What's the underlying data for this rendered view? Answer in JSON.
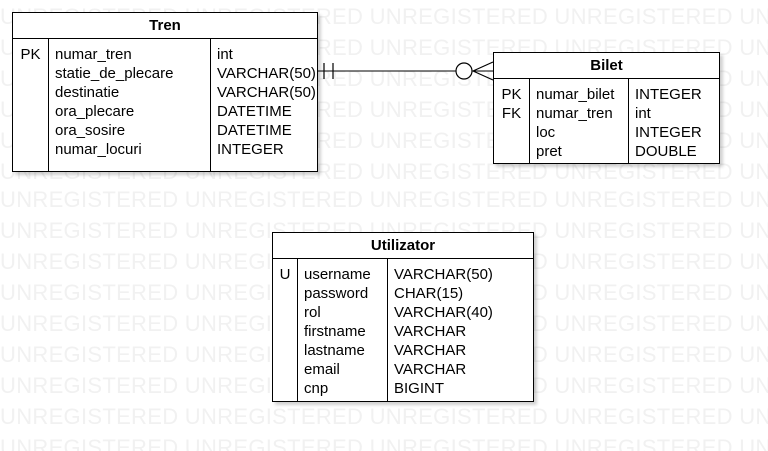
{
  "watermark": {
    "text": "UNREGISTERED UNREGISTERED UNREGISTERED UNREGISTERED UNREGISTERED"
  },
  "entities": {
    "tren": {
      "title": "Tren",
      "keys": [
        "PK",
        "",
        "",
        "",
        "",
        ""
      ],
      "names": [
        "numar_tren",
        "statie_de_plecare",
        "destinatie",
        "ora_plecare",
        "ora_sosire",
        "numar_locuri"
      ],
      "types": [
        "int",
        "VARCHAR(50)",
        "VARCHAR(50)",
        "DATETIME",
        "DATETIME",
        "INTEGER"
      ]
    },
    "bilet": {
      "title": "Bilet",
      "keys": [
        "PK",
        "FK",
        "",
        ""
      ],
      "names": [
        "numar_bilet",
        "numar_tren",
        "loc",
        "pret"
      ],
      "types": [
        "INTEGER",
        "int",
        "INTEGER",
        "DOUBLE"
      ]
    },
    "utilizator": {
      "title": "Utilizator",
      "keys": [
        "U",
        "",
        "",
        "",
        "",
        "",
        ""
      ],
      "names": [
        "username",
        "password",
        "rol",
        "firstname",
        "lastname",
        "email",
        "cnp"
      ],
      "types": [
        "VARCHAR(50)",
        "CHAR(15)",
        "VARCHAR(40)",
        "VARCHAR",
        "VARCHAR",
        "VARCHAR",
        "BIGINT"
      ]
    }
  },
  "relationships": [
    {
      "from": "tren",
      "to": "bilet",
      "from_end": "one-mandatory",
      "to_end": "zero-or-many"
    }
  ]
}
